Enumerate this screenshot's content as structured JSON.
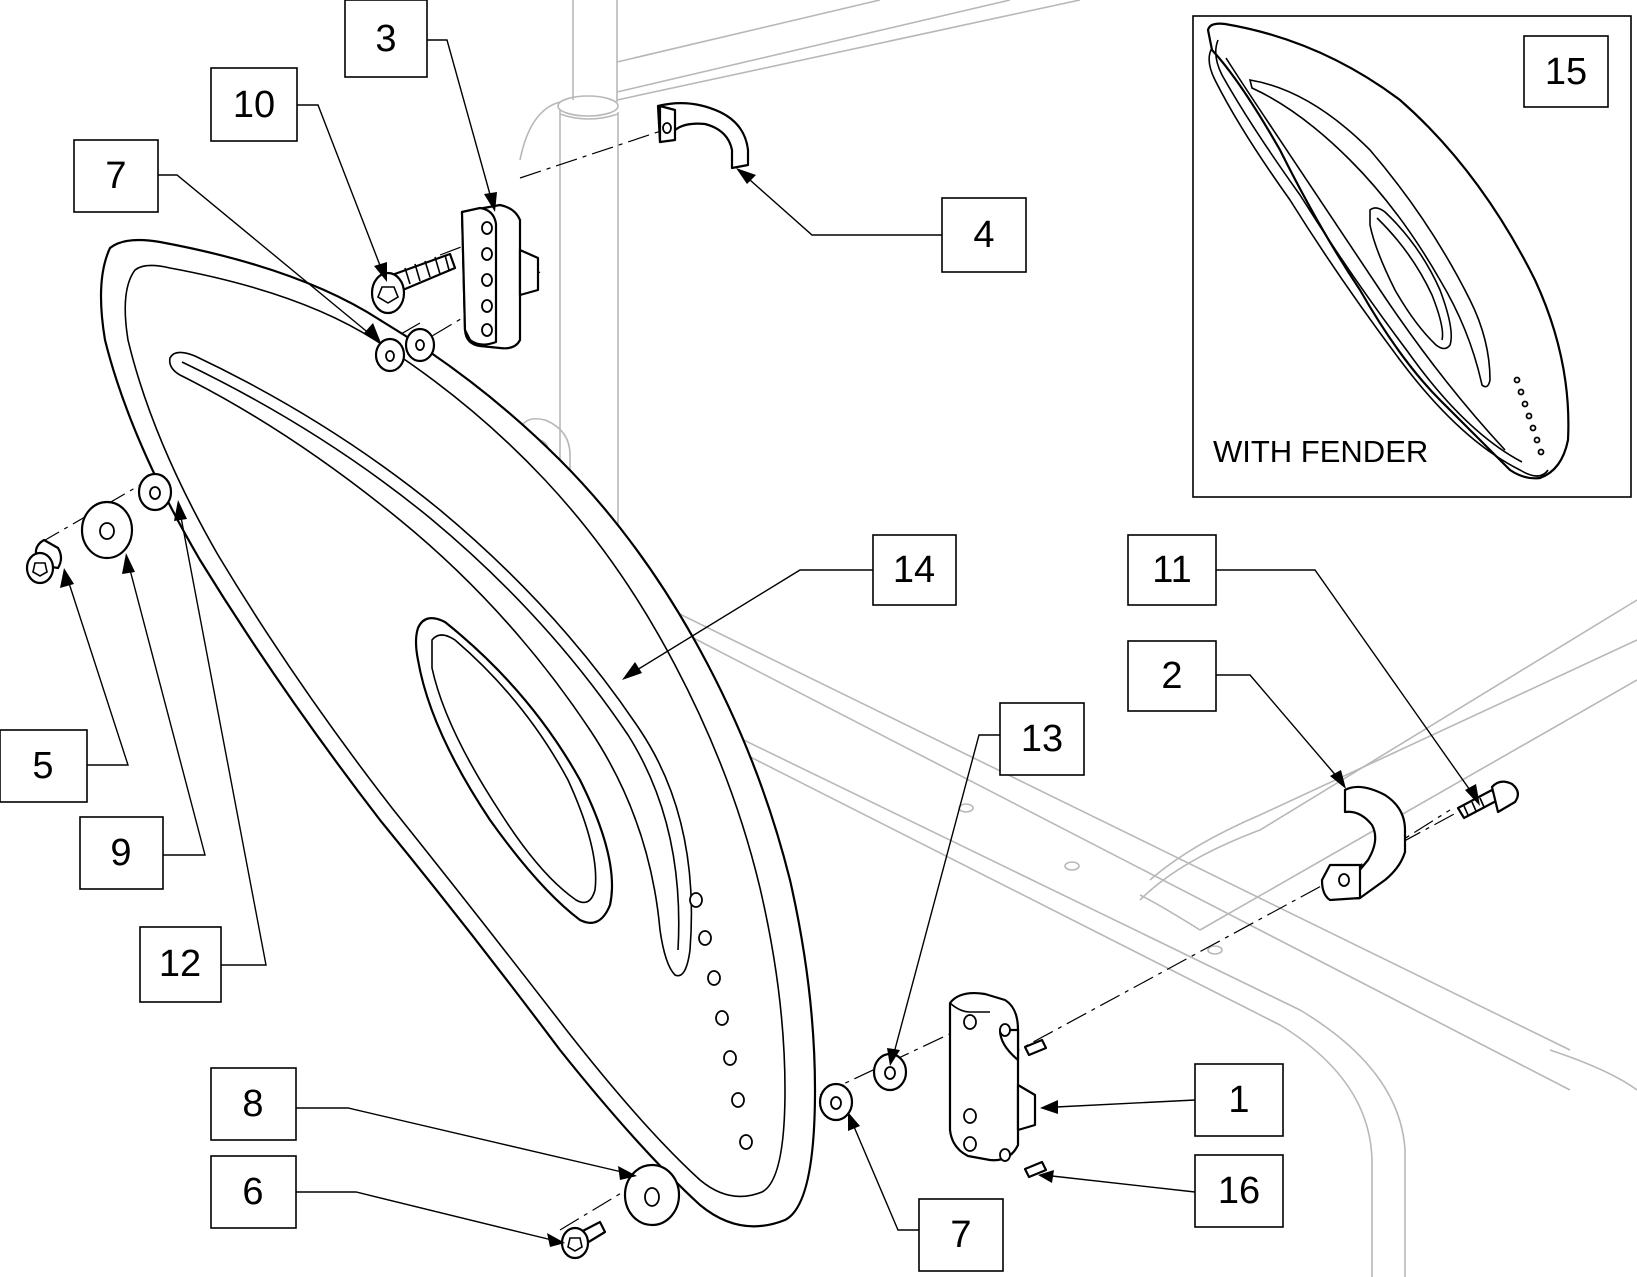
{
  "callouts": {
    "c1": "1",
    "c2": "2",
    "c3": "3",
    "c4": "4",
    "c5": "5",
    "c6": "6",
    "c7_top": "7",
    "c7_bottom": "7",
    "c8": "8",
    "c9": "9",
    "c10": "10",
    "c11": "11",
    "c12": "12",
    "c13": "13",
    "c14": "14",
    "c15": "15",
    "c16": "16"
  },
  "inset": {
    "caption": "WITH FENDER"
  },
  "colors": {
    "line": "#000000",
    "frame_ghost": "#b8b8b8",
    "background": "#ffffff"
  }
}
